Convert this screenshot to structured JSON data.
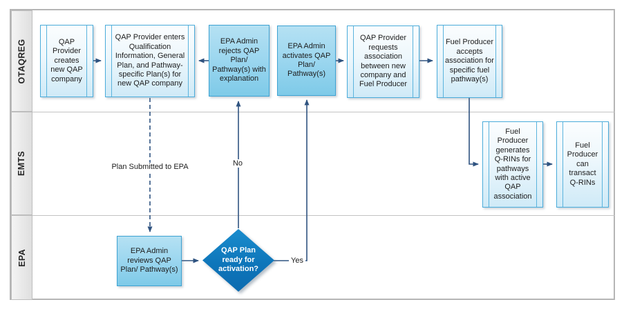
{
  "diagram_type": "swimlane-flowchart",
  "colors": {
    "light_node_border": "#4aacdb",
    "light_node_fill_top": "#fbfdfe",
    "light_node_fill_bottom": "#cfeaf7",
    "medium_node_border": "#3da2d2",
    "medium_node_fill_top": "#b5e1f3",
    "medium_node_fill_bottom": "#7ecae8",
    "decision_fill_top": "#1a8ccd",
    "decision_fill_bottom": "#0c6bb0",
    "connector": "#2f5380",
    "lane_header_bg": "#e9e9e9",
    "frame_border": "#b5b5b5"
  },
  "lanes": [
    {
      "label": "OTAQREG"
    },
    {
      "label": "EMTS"
    },
    {
      "label": "EPA"
    }
  ],
  "nodes": {
    "create_company": {
      "label": "QAP Provider creates new QAP company"
    },
    "enter_plans": {
      "label": "QAP Provider enters Qualification Information, General Plan, and Pathway-specific Plan(s) for new QAP company"
    },
    "reject_plan": {
      "label": "EPA Admin rejects QAP Plan/ Pathway(s) with explanation"
    },
    "activate_plan": {
      "label": "EPA Admin activates QAP Plan/ Pathway(s)"
    },
    "request_association": {
      "label": "QAP Provider requests association between new company and Fuel Producer"
    },
    "accept_association": {
      "label": "Fuel Producer accepts association for specific fuel pathway(s)"
    },
    "generate_qrins": {
      "label": "Fuel Producer generates Q-RINs for pathways with active QAP association"
    },
    "transact_qrins": {
      "label": "Fuel Producer can transact Q-RINs"
    },
    "review_plan": {
      "label": "EPA Admin reviews QAP Plan/ Pathway(s)"
    },
    "decision": {
      "label": "QAP Plan ready for activation?"
    }
  },
  "edge_labels": {
    "plan_submitted": "Plan Submitted to EPA",
    "no": "No",
    "yes": "Yes"
  }
}
